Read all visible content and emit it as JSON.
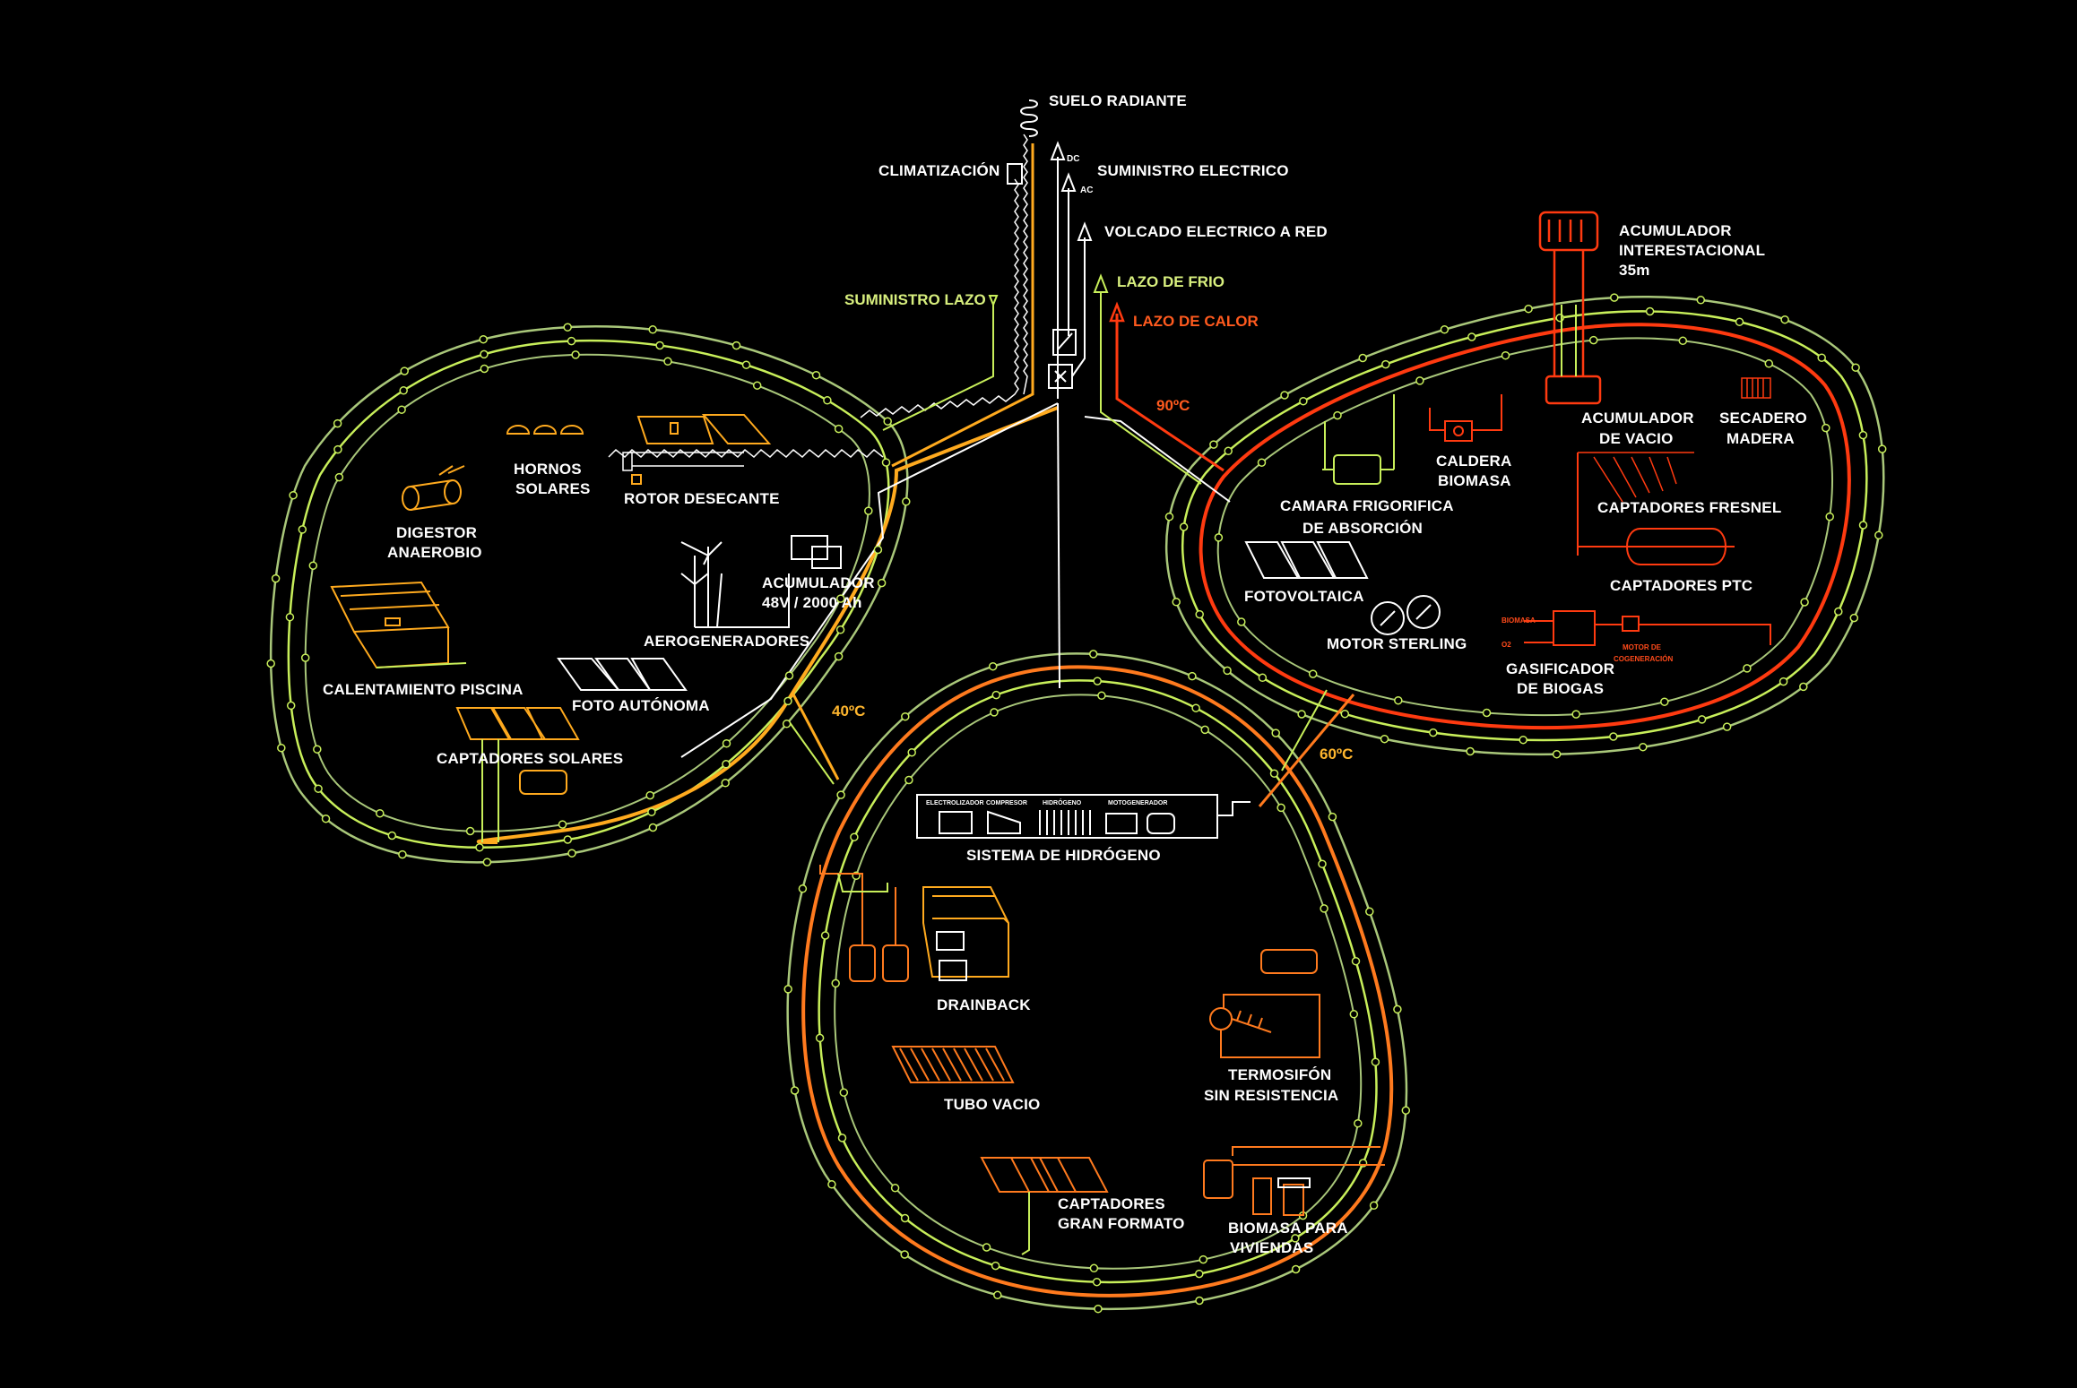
{
  "colors": {
    "background": "#000000",
    "ring_outer": "#a9c77a",
    "ring_green": "#c8ef5a",
    "loop_amber": "#ffaa1e",
    "loop_orange": "#ff7a1e",
    "loop_red": "#ff3a10",
    "line_white": "#ffffff"
  },
  "legend": {
    "suelo_radiante": "SUELO RADIANTE",
    "climatizacion": "CLIMATIZACIÓN",
    "dc": "DC",
    "ac": "AC",
    "suministro_electrico": "SUMINISTRO ELECTRICO",
    "volcado": "VOLCADO ELECTRICO A RED",
    "suministro_lazo": "SUMINISTRO LAZO",
    "lazo_frio": "LAZO DE FRIO",
    "lazo_calor": "LAZO DE CALOR"
  },
  "temperatures": {
    "t90": "90ºC",
    "t40": "40ºC",
    "t60": "60ºC"
  },
  "left_zone": {
    "hornos": [
      "HORNOS",
      "SOLARES"
    ],
    "rotor": "ROTOR DESECANTE",
    "digestor": [
      "DIGESTOR",
      "ANAEROBIO"
    ],
    "acumulador": [
      "ACUMULADOR",
      "48V / 2000 Ah"
    ],
    "aerogeneradores": "AEROGENERADORES",
    "calentamiento": "CALENTAMIENTO PISCINA",
    "foto_autonoma": "FOTO AUTÓNOMA",
    "captadores_solares": "CAPTADORES  SOLARES"
  },
  "right_zone": {
    "acumulador_inter": [
      "ACUMULADOR",
      "INTERESTACIONAL",
      "35m"
    ],
    "caldera": [
      "CALDERA",
      "BIOMASA"
    ],
    "acumulador_vacio": [
      "ACUMULADOR",
      "DE VACIO"
    ],
    "secadero": [
      "SECADERO",
      "MADERA"
    ],
    "camara": [
      "CAMARA FRIGORIFICA",
      "DE ABSORCIÓN"
    ],
    "fresnel": "CAPTADORES FRESNEL",
    "ptc": "CAPTADORES PTC",
    "fotovoltaica": "FOTOVOLTAICA",
    "sterling": "MOTOR STERLING",
    "biomasa_small": "BIOMASA",
    "o2_small": "O2",
    "motor_cog": [
      "MOTOR DE",
      "COGENERACIÓN"
    ],
    "gasificador": [
      "GASIFICADOR",
      "DE BIOGAS"
    ]
  },
  "bottom_zone": {
    "hydrogen_parts": [
      "ELECTROLIZADOR",
      "COMPRESOR",
      "HIDRÓGENO",
      "MOTOGENERADOR"
    ],
    "sistema_hidrogeno": "SISTEMA DE HIDRÓGENO",
    "drainback": "DRAINBACK",
    "tubo_vacio": "TUBO VACIO",
    "termosifon": [
      "TERMOSIFÓN",
      "SIN RESISTENCIA"
    ],
    "gran_formato": [
      "CAPTADORES",
      "GRAN FORMATO"
    ],
    "biomasa_viviendas": [
      "BIOMASA PARA",
      "VIVIENDAS"
    ]
  }
}
